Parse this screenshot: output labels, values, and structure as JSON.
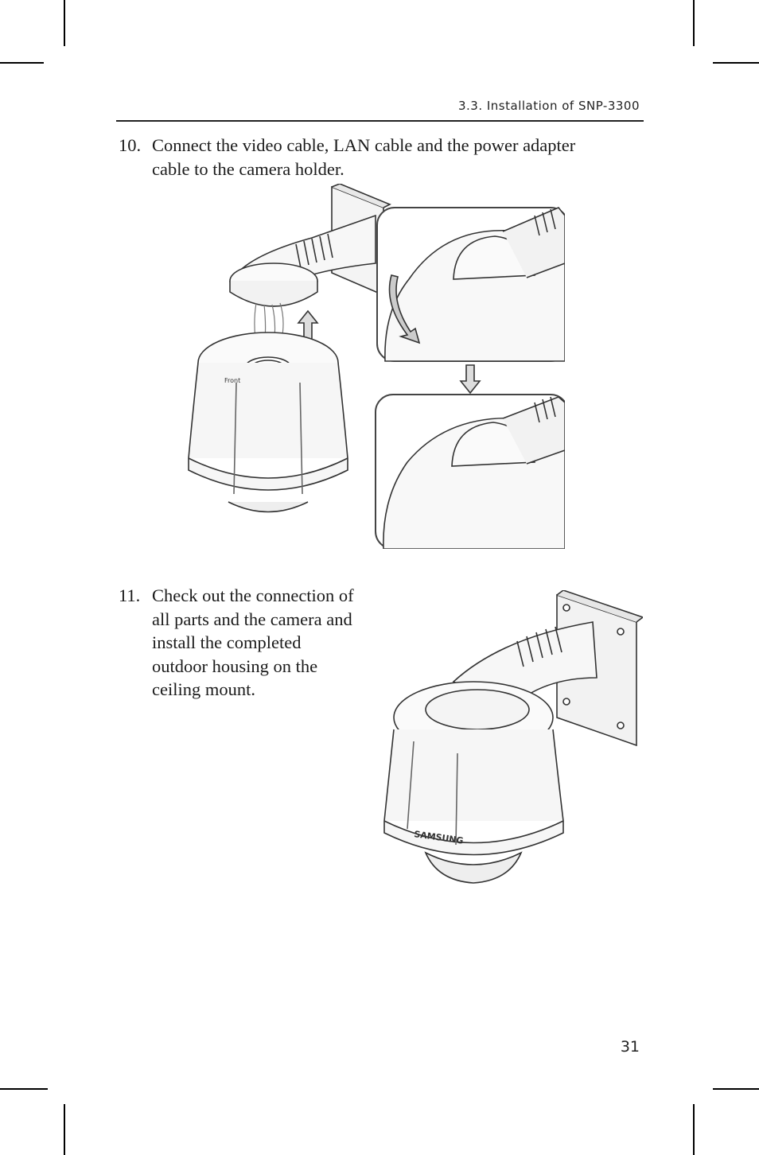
{
  "header": {
    "section_title": "3.3. Installation of SNP-3300"
  },
  "steps": [
    {
      "number": "10.",
      "text": "Connect the video cable, LAN cable and the power adapter cable to the camera holder."
    },
    {
      "number": "11.",
      "text": "Check out the connection of all parts and the camera and install the completed outdoor housing on the ceiling mount."
    }
  ],
  "figures": {
    "cable_connection": {
      "icon": "camera-cable-connection-illustration",
      "labels": [
        "Front"
      ]
    },
    "completed_install": {
      "icon": "camera-installed-illustration",
      "brand_label": "SAMSUNG"
    }
  },
  "footer": {
    "page_number": "31"
  }
}
